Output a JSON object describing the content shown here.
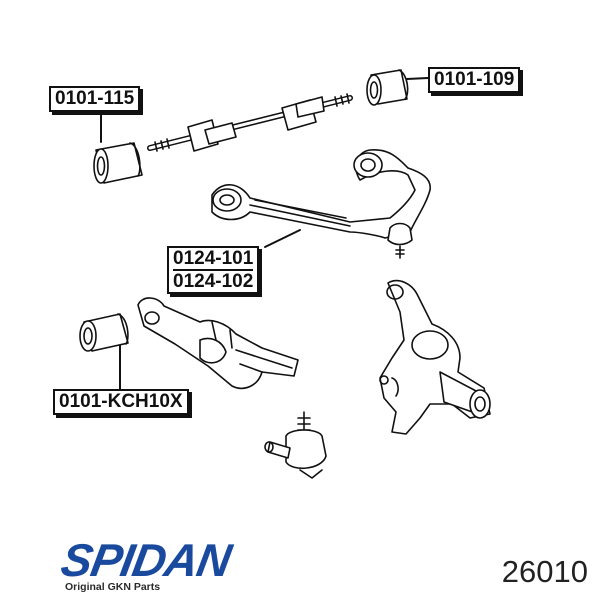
{
  "labels": {
    "upper_bushing": "0101-115",
    "rear_bushing": "0101-109",
    "arm_left": "0124-101",
    "arm_right": "0124-102",
    "lower_bushing": "0101-KCH10X"
  },
  "brand": {
    "name": "SPIDAN",
    "tagline": "Original GKN Parts",
    "color": "#1a4a9e"
  },
  "part_number": "26010"
}
